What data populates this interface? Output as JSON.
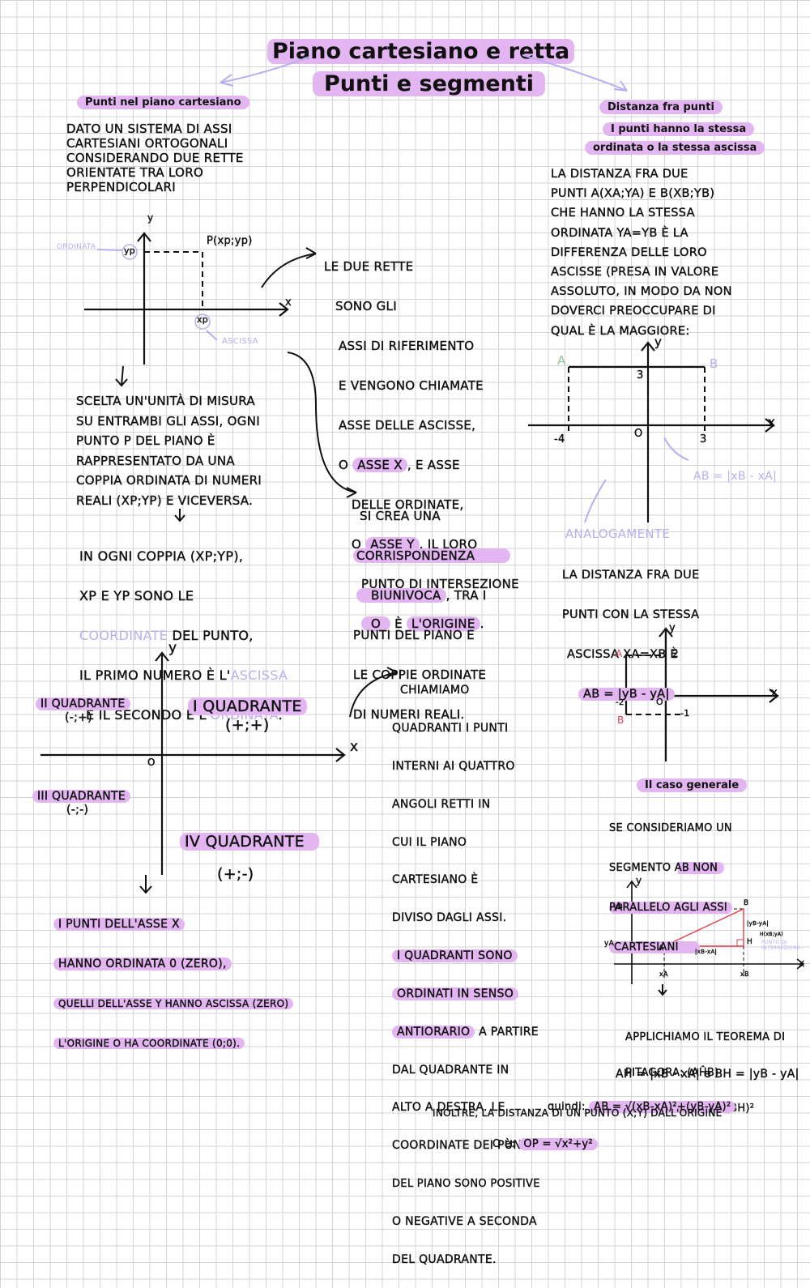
{
  "title": {
    "line1": "Piano cartesiano e retta",
    "line2": "Punti e segmenti"
  },
  "left": {
    "pill": "Punti nel piano cartesiano",
    "intro": "Dato un sistema di assi\ncartesiani ortogonali\nconsiderando due rette\norientate tra loro\nperpendicolari",
    "graph": {
      "y": "y",
      "x": "x",
      "point": "P(xp;yp)",
      "yp": "yp",
      "xp": "xp",
      "ordinata": "ordinata",
      "ascissa": "ascissa"
    },
    "rette": {
      "l1": "Le due rette",
      "l2": "sono gli",
      "l3": "assi di riferimento",
      "l4": "e vengono chiamate",
      "l5": "asse delle ascisse,",
      "l6_a": "o ",
      "l6_b": "asse x",
      "l6_c": ", e asse",
      "l7": "delle ordinate,",
      "l8_a": "o ",
      "l8_b": "asse y",
      "l8_c": ". Il loro",
      "l9": "punto di intersezione",
      "l10_a": "O",
      "l10_b": "  è ",
      "l10_c": "l'origine",
      "l10_d": "."
    },
    "scelta": "Scelta un'unità di misura\nsu entrambi gli assi, ogni\npunto P del piano è\nrappresentato da una\ncoppia ordinata di numeri\nreali (xp;yp) e viceversa.",
    "coppia": {
      "l1": "In ogni coppia (xp;yp),",
      "l2": "xp e yp sono le",
      "l3_a": "coordinate",
      "l3_b": " del punto,",
      "l4_a": "il primo numero è l'",
      "l4_b": "ascissa",
      "l5_a": "e il secondo è l'",
      "l5_b": "ordinata",
      "l5_c": "."
    },
    "crea": {
      "l1": "Si crea una",
      "l2": "corrispondenza",
      "l3_a": "biunivoca",
      "l3_b": ", tra i",
      "l4": "punti del piano e",
      "l5": "le coppie ordinate",
      "l6": "di numeri reali."
    }
  },
  "quadranti": {
    "q1": "I quadrante",
    "q1s": "(+;+)",
    "q2": "II quadrante",
    "q2s": "(-;+)",
    "q3": "III quadrante",
    "q3s": "(-;-)",
    "q4": "IV quadrante",
    "q4s": "(+;-)",
    "y": "y",
    "x": "x",
    "o": "o",
    "bottom": {
      "l1": "I punti dell'asse x",
      "l2": "hanno ordinata 0 (zero),",
      "l3": "quelli dell'asse y hanno ascissa (zero)",
      "l4": "l'origine O ha coordinate (0;0)."
    },
    "chiamiamo": {
      "l1": "Chiamiamo",
      "l2": "quadranti i punti",
      "l3": "interni ai quattro",
      "l4": "angoli retti in",
      "l5": "cui il piano",
      "l6": "cartesiano è",
      "l7": "diviso dagli assi.",
      "l8": "I quadranti sono",
      "l9": "ordinati in senso",
      "l10_a": "antiorario",
      "l10_b": " a partire",
      "l11": "dal quadrante in",
      "l12": "alto a destra. Le",
      "l13": "coordinate dei punti",
      "l14": "del piano sono positive",
      "l15": "o negative a seconda",
      "l16": "del quadrante."
    }
  },
  "right": {
    "pill1": "Distanza fra punti",
    "pill2": "I punti hanno la stessa",
    "pill3": "ordinata o la stessa ascissa",
    "text1": "La distanza fra due\npunti A(xA;yA) e B(xB;yB)\nche hanno la stessa\nordinata yA=yB è la\ndifferenza delle loro\nascisse (presa in valore\nassoluto, in modo da non\ndoverci preoccupare di\nqual è la maggiore:",
    "g1": {
      "a": "A",
      "b": "B",
      "y": "y",
      "x": "x",
      "three_y": "3",
      "zero": "O",
      "m4": "-4",
      "three_x": "3",
      "formula": "AB = |xB - xA|"
    },
    "analog": "analogamente",
    "text2": {
      "l1": "la distanza fra due",
      "l2": "punti con la stessa",
      "l3": "ascissa xA=xB è",
      "l4": "AB = |yB - yA|"
    },
    "g2": {
      "y": "y",
      "x": "x",
      "a": "A",
      "b": "B",
      "two": "2",
      "m2": "-2",
      "o": "O",
      "m1": "-1"
    },
    "pill4": "Il caso generale",
    "general": {
      "l1": "Se consideriamo un",
      "l2": "segmento AB non",
      "l3": "parallelo agli assi",
      "l4": "cartesiani"
    },
    "g3": {
      "y": "y",
      "x": "x",
      "yb": "yB",
      "ya": "yA",
      "a": "A",
      "b": "B",
      "h": "H",
      "xa": "xA",
      "xb": "xB",
      "hlabel": "H(xB;yA)",
      "punto": "punto di",
      "inter": "intersezione",
      "dy": "|yB-yA|",
      "dx": "|xB-xA|"
    },
    "pitagora": {
      "l1": "applichiamo il teorema di",
      "l2": "Pitagora: (AĤB)",
      "l3": "AB = √(AH)²+(BH)²",
      "l4": "AH = |xB - xA| e BH = |yB - yA|",
      "l5_a": "quindi: ",
      "l5_b": "AB = √(xB-xA)²+(yB-yA)²",
      "l6": "inoltre, la distanza di un punto (x;y) dall'origine",
      "l7_a": "O è: ",
      "l7_b": "OP = √x²+y²"
    }
  }
}
